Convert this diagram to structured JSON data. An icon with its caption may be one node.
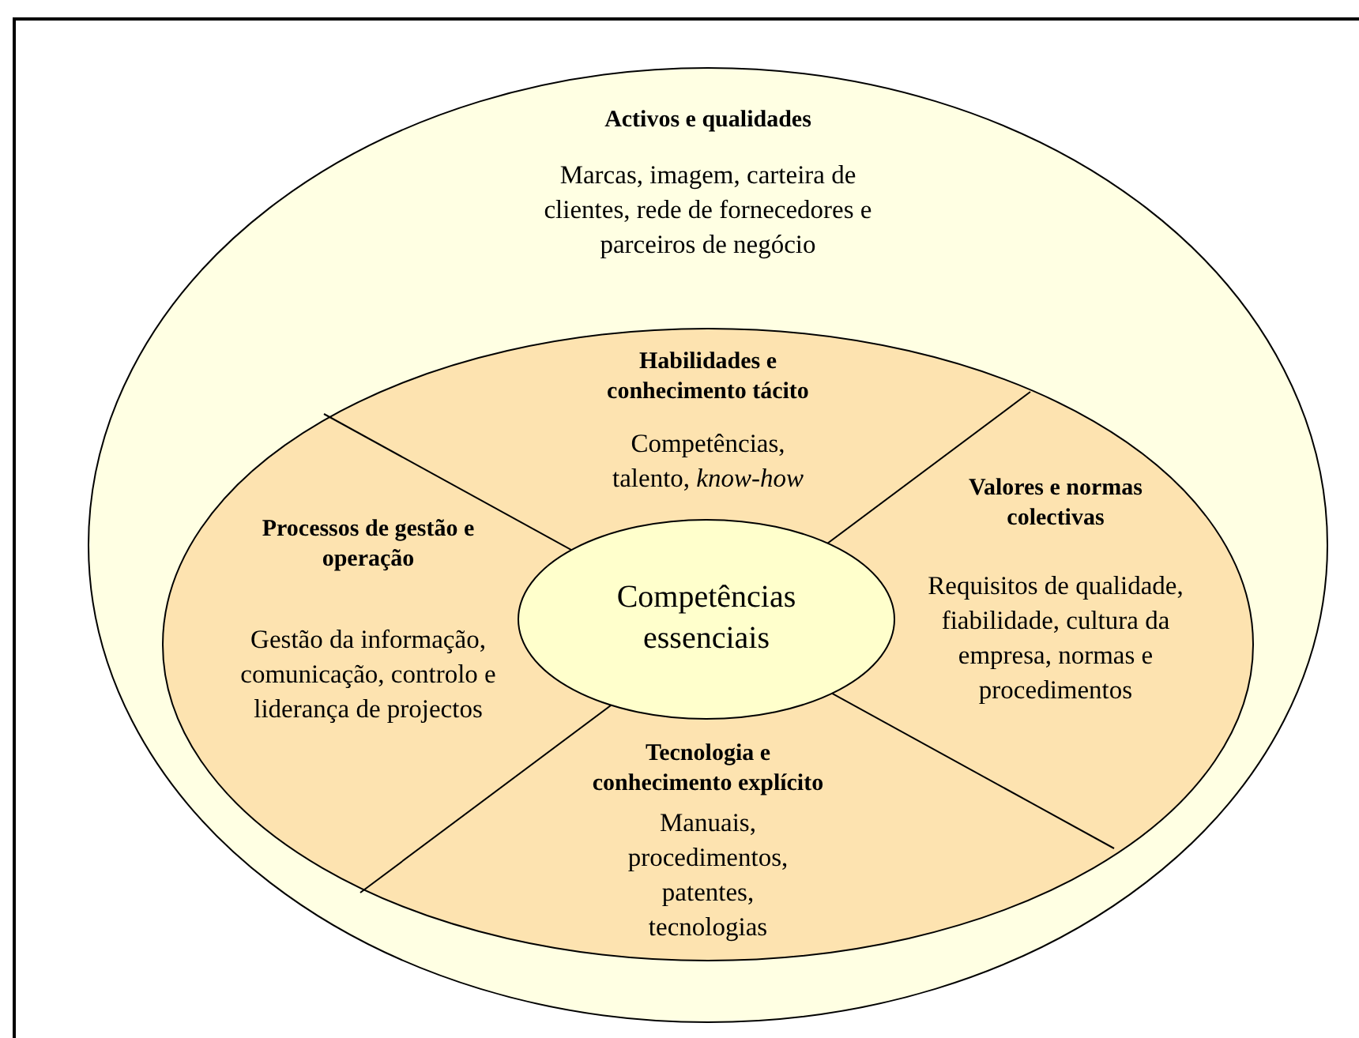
{
  "diagram": {
    "nodes": [
      {
        "text": [
          "Activos e qualidades",
          "Marcas, imagem, carteira de clientes, rede de fornecedores e parceiros de negócio"
        ]
      },
      {
        "text": [],
        "shape": "ellipse",
        "in": 0
      },
      {
        "text": [
          "Habilidades e conhecimento tácito",
          "Competências, talento, *know-how*"
        ],
        "in": 1
      },
      {
        "text": [
          "Processos de gestão e operação",
          "Gestão da informação, comunicação, controlo e liderança de projectos"
        ],
        "in": 1
      },
      {
        "text": [
          "Valores e normas colectivas",
          "Requisitos de qualidade, fiabilidade, cultura da empresa, normas e procedimentos"
        ],
        "in": 1
      },
      {
        "text": [
          "Competências essenciais"
        ],
        "in": 1
      },
      {
        "text": [
          "Tecnologia e conhecimento explícito",
          "Manuais, procedimentos, patentes, tecnologias"
        ],
        "in": 1
      }
    ]
  }
}
